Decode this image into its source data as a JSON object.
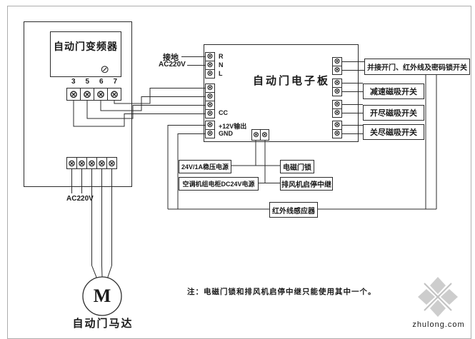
{
  "diagram": {
    "converter": {
      "title": "自动门变频器",
      "terminal_numbers": [
        "3",
        "5",
        "6",
        "7"
      ],
      "ac_input_label": "AC220V"
    },
    "board": {
      "title": "自动门电子板",
      "ground_label": "接地",
      "ac_label": "AC220V",
      "terminal_labels": {
        "r": "R",
        "n": "N",
        "l": "L",
        "cc": "CC",
        "v12": "+12V输出",
        "gnd": "GND"
      }
    },
    "right_boxes": [
      {
        "label": "并接开门、红外线及密码锁开关"
      },
      {
        "label": "减速磁吸开关"
      },
      {
        "label": "开尽磁吸开关"
      },
      {
        "label": "关尽磁吸开关"
      }
    ],
    "bottom_boxes": {
      "regulated_power": "24V/1A稳压电源",
      "hvac_power": "空调机组电柜DC24V电源",
      "door_lock": "电磁门锁",
      "fan_relay": "排风机启停中继",
      "infrared_sensor": "红外线感应器"
    },
    "motor": {
      "symbol": "M",
      "label": "自动门马达"
    },
    "note": "注：电磁门锁和排风机启停中继只能使用其中一个。"
  },
  "icons": {
    "terminal_glyph": "⊗",
    "breaker_glyph": "⊘"
  },
  "watermark": {
    "text": "zhulong.com",
    "color": "#c9c9c9"
  },
  "colors": {
    "line": "#2b2b2b",
    "text": "#1a1a1a",
    "background": "#ffffff"
  }
}
